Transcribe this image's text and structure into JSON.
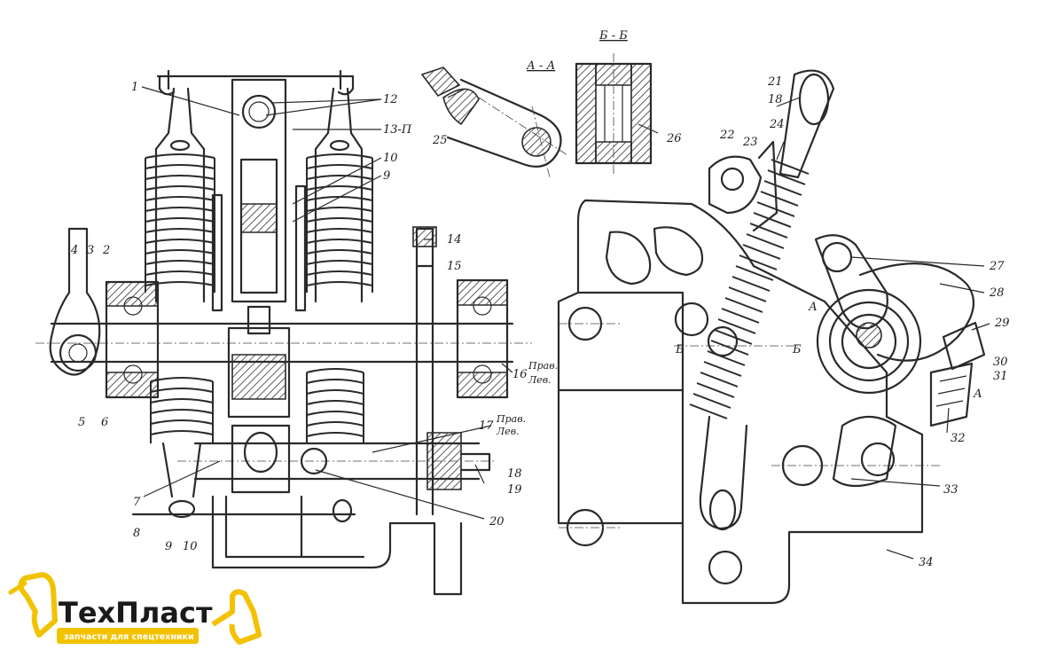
{
  "section_labels": {
    "aa": "А - А",
    "bb": "Б - Б",
    "b_left": "Б",
    "b_right": "Б",
    "a_top": "А",
    "a_bottom": "А"
  },
  "callouts": {
    "n1": "1",
    "n2": "2",
    "n3": "3",
    "n4": "4",
    "n5": "5",
    "n6": "6",
    "n7": "7",
    "n8": "8",
    "n9a": "9",
    "n9b": "9",
    "n10a": "10",
    "n10b": "10",
    "n12": "12",
    "n13": "13-П",
    "n14": "14",
    "n15": "15",
    "n16": "16",
    "n17": "17",
    "n18a": "18",
    "n18b": "18",
    "n19": "19",
    "n20": "20",
    "n21": "21",
    "n22": "22",
    "n23": "23",
    "n24": "24",
    "n25": "25",
    "n26": "26",
    "n27": "27",
    "n28": "28",
    "n29": "29",
    "n30": "30",
    "n31": "31",
    "n32": "32",
    "n33": "33",
    "n34": "34"
  },
  "side_labels": {
    "prav_16": "Прав.",
    "lev_16": "Лев.",
    "prav_17": "Прав.",
    "lev_17": "Лев."
  },
  "logo": {
    "name": "ТехПласт",
    "tagline": "запчасти для спецтехники",
    "accent_color": "#f2c200"
  }
}
